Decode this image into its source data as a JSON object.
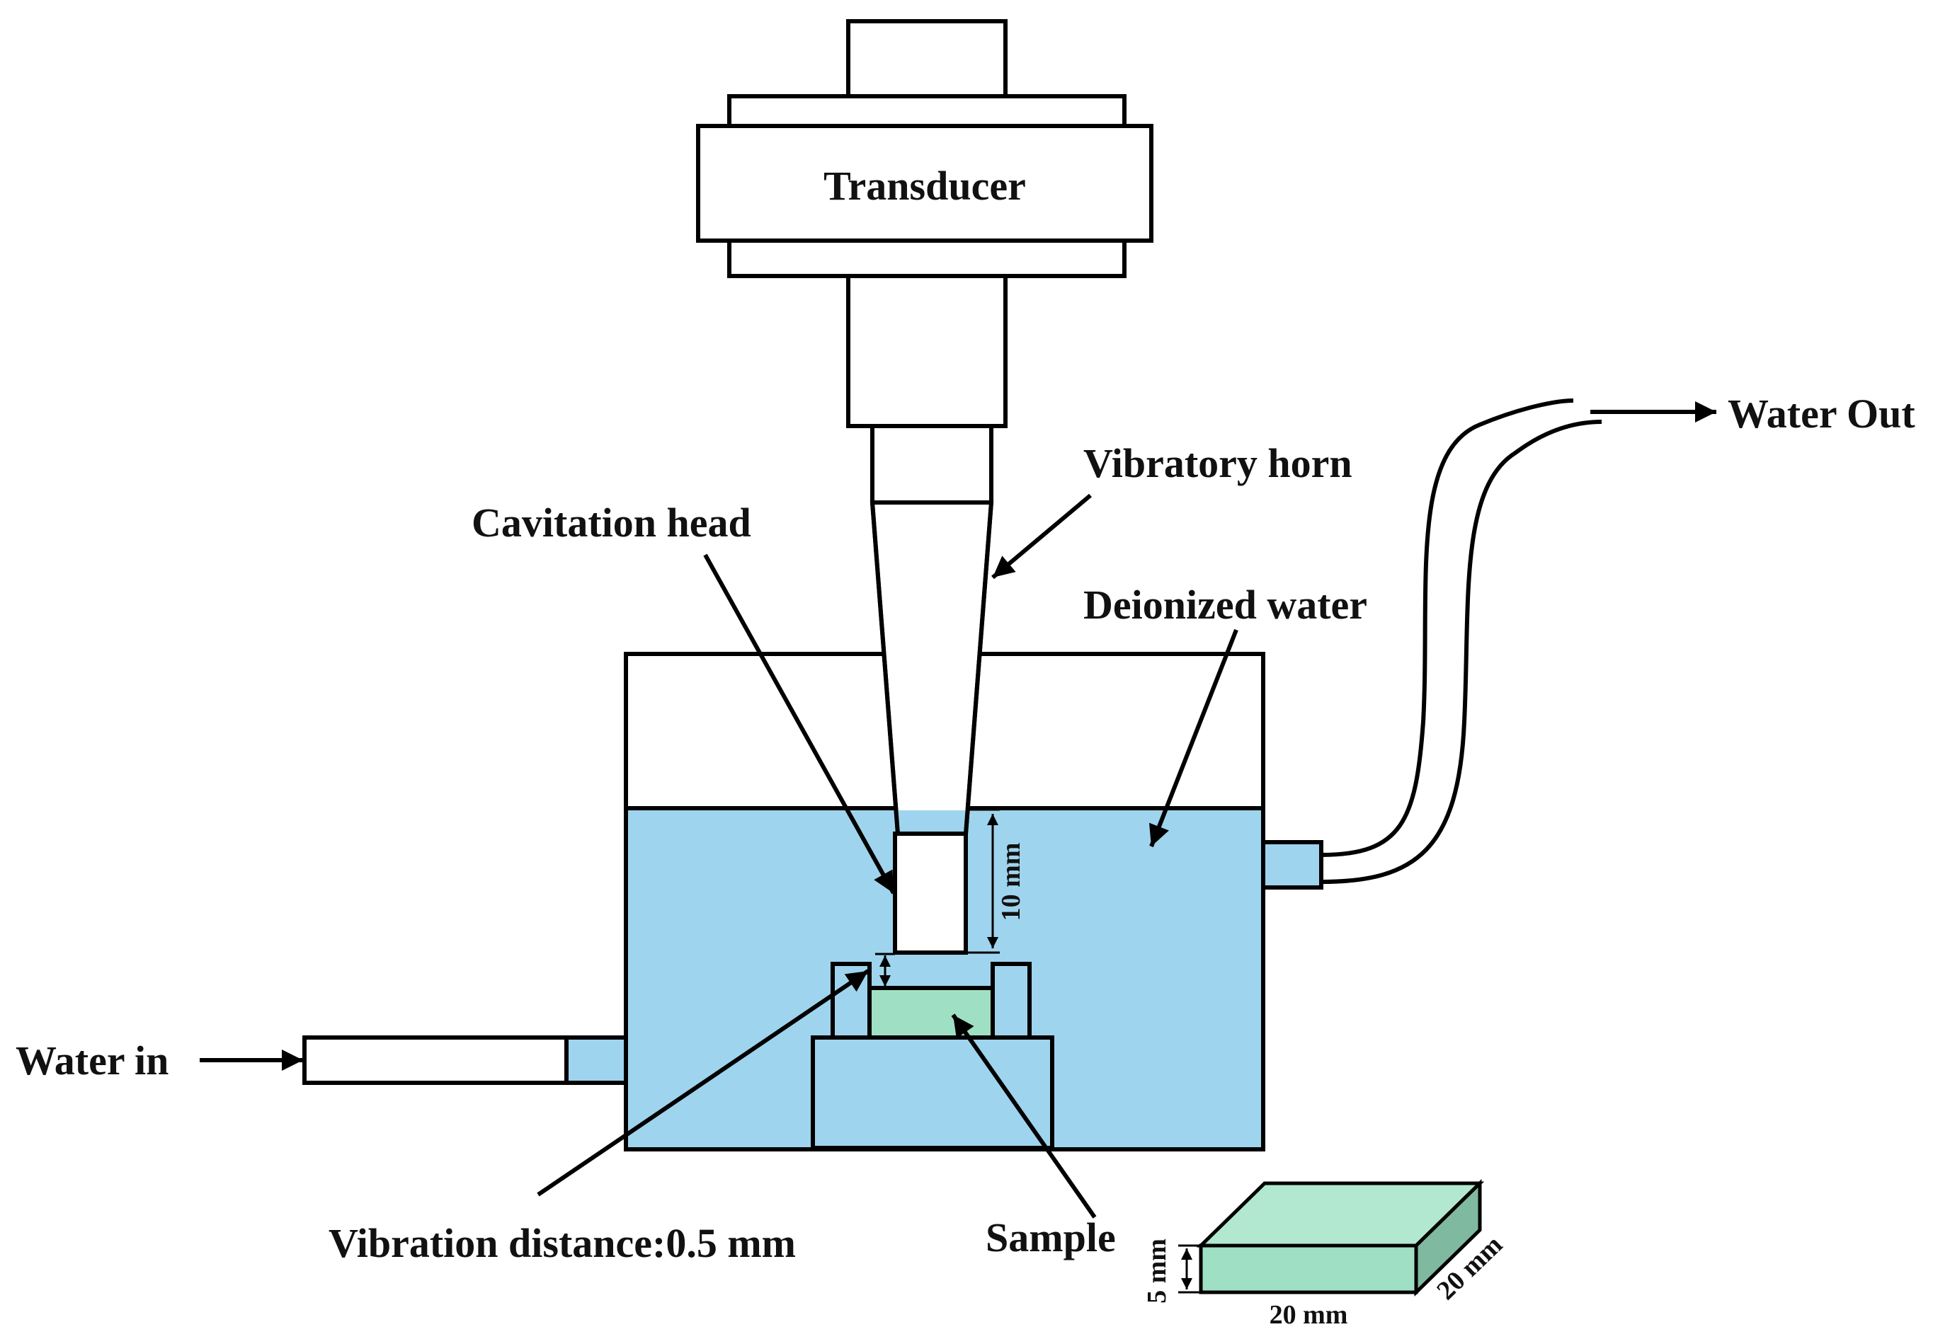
{
  "labels": {
    "transducer": "Transducer",
    "vibratory_horn": "Vibratory horn",
    "cavitation_head": "Cavitation head",
    "deionized_water": "Deionized water",
    "water_out": "Water Out",
    "water_in": "Water in",
    "vibration_distance": "Vibration distance:0.5 mm",
    "sample": "Sample",
    "dim_10mm": "10 mm",
    "dim_5mm": "5 mm",
    "dim_20mm_bottom": "20 mm",
    "dim_20mm_side": "20 mm"
  },
  "colors": {
    "water": "#9fd4ee",
    "sample_front": "#9fe0c4",
    "sample_top": "#b2e8d0",
    "sample_side": "#7fb9a0",
    "stroke": "#000000"
  }
}
